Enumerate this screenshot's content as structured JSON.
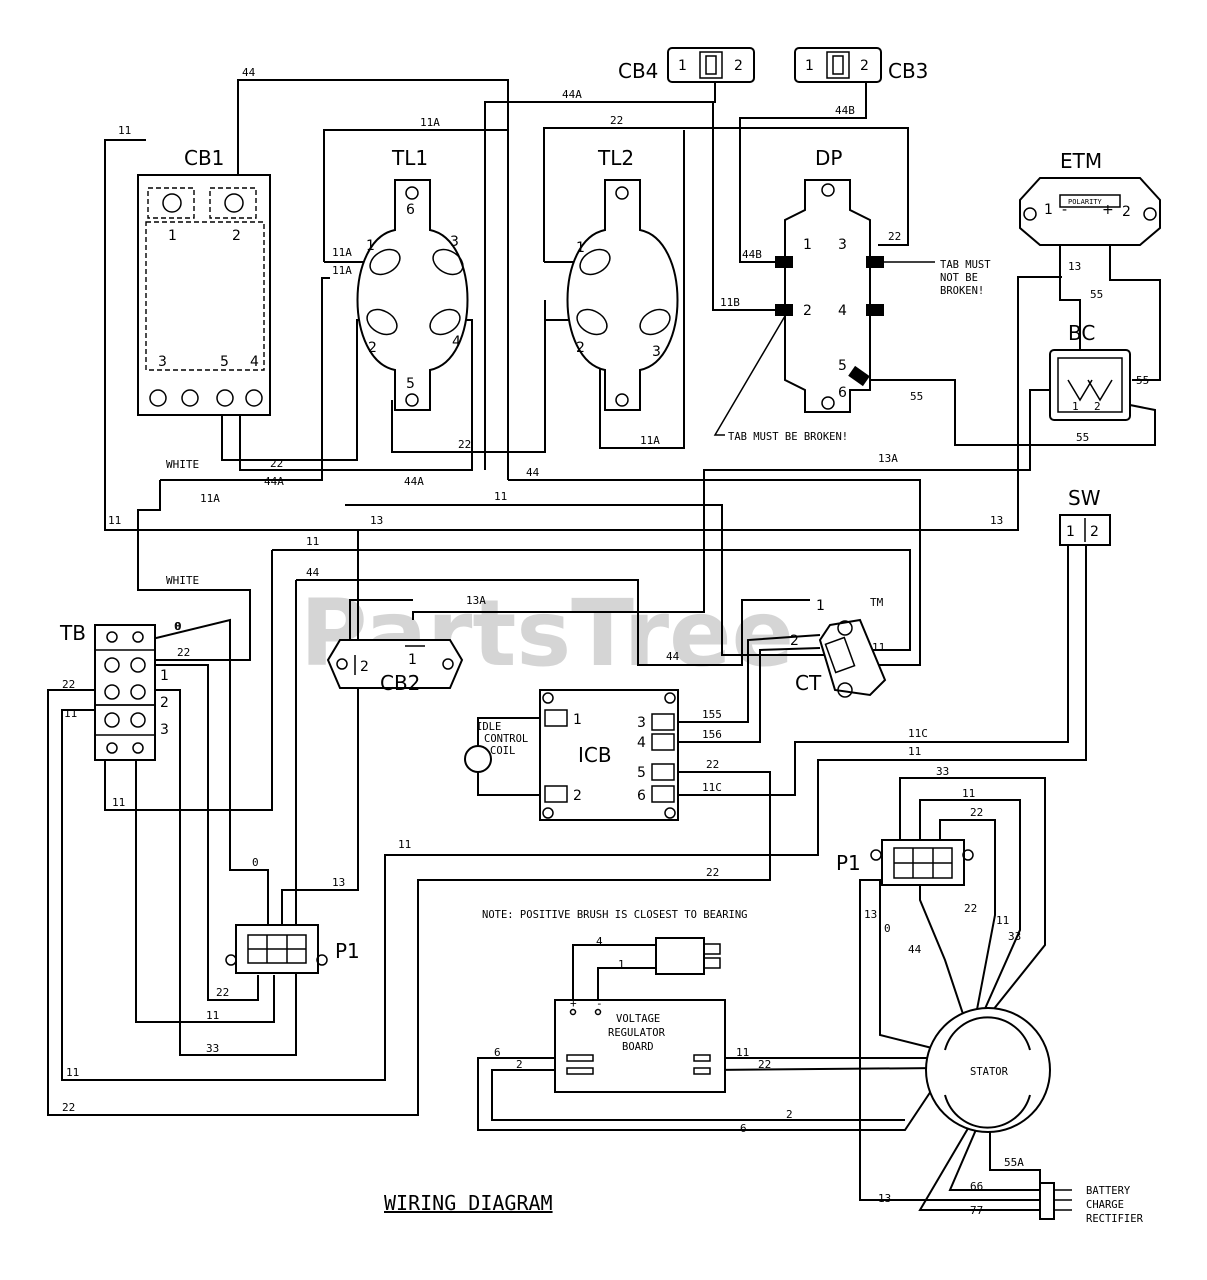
{
  "watermark": "PartsTree",
  "watermark_tm": "TM",
  "title": "WIRING DIAGRAM",
  "note_brush": "NOTE: POSITIVE BRUSH IS CLOSEST TO BEARING",
  "tab_note_1": [
    "TAB MUST",
    "NOT BE",
    "BROKEN!"
  ],
  "tab_note_2": "TAB MUST BE BROKEN!",
  "components": {
    "cb1": {
      "label": "CB1",
      "terminals": [
        "1",
        "2",
        "3",
        "5",
        "4"
      ]
    },
    "cb2": {
      "label": "CB2",
      "terminals": [
        "2",
        "1"
      ]
    },
    "cb3": {
      "label": "CB3",
      "terminals": [
        "1",
        "2"
      ]
    },
    "cb4": {
      "label": "CB4",
      "terminals": [
        "1",
        "2"
      ]
    },
    "tl1": {
      "label": "TL1",
      "terminals": [
        "6",
        "1",
        "3",
        "2",
        "4",
        "5"
      ]
    },
    "tl2": {
      "label": "TL2",
      "terminals": [
        "1",
        "2",
        "3"
      ]
    },
    "dp": {
      "label": "DP",
      "terminals": [
        "1",
        "3",
        "2",
        "4",
        "5",
        "6"
      ]
    },
    "etm": {
      "label": "ETM",
      "polarity": "POLARITY",
      "terminals": [
        "1",
        "2"
      ],
      "signs": [
        "-",
        "+"
      ]
    },
    "bc": {
      "label": "BC",
      "terminals": [
        "1",
        "2"
      ]
    },
    "sw": {
      "label": "SW",
      "terminals": [
        "1",
        "2"
      ]
    },
    "tb": {
      "label": "TB",
      "terminals": [
        "0",
        "1",
        "2",
        "3"
      ]
    },
    "ct": {
      "label": "CT",
      "terminals": [
        "1",
        "2"
      ]
    },
    "icb": {
      "label": "ICB",
      "terminals": [
        "1",
        "2",
        "3",
        "4",
        "5",
        "6"
      ]
    },
    "idle_coil": {
      "lines": [
        "IDLE",
        "CONTROL",
        "COIL"
      ]
    },
    "p1_left": {
      "label": "P1"
    },
    "p1_right": {
      "label": "P1"
    },
    "vrb": {
      "lines": [
        "VOLTAGE",
        "REGULATOR",
        "BOARD"
      ],
      "signs": [
        "+",
        "-"
      ]
    },
    "stator": {
      "label": "STATOR"
    },
    "rectifier": {
      "lines": [
        "BATTERY",
        "CHARGE",
        "RECTIFIER"
      ]
    }
  },
  "wire_labels": {
    "top": [
      "44",
      "44A",
      "11",
      "11A",
      "22",
      "44B"
    ],
    "tl_area": [
      "11A",
      "11A",
      "11B",
      "44B",
      "22",
      "55",
      "13",
      "55",
      "55",
      "55",
      "11A"
    ],
    "cb1_bottom": [
      "WHITE",
      "22",
      "44A",
      "44A",
      "22",
      "11A",
      "44",
      "13A",
      "11",
      "11"
    ],
    "mid": [
      "13",
      "13",
      "11",
      "44",
      "WHITE",
      "13A",
      "44",
      "11",
      "0",
      "22",
      "22",
      "11"
    ],
    "icb": [
      "155",
      "156",
      "22",
      "11C",
      "11C",
      "11"
    ],
    "lower_left": [
      "11",
      "0",
      "13",
      "11",
      "22",
      "22",
      "11",
      "33",
      "11",
      "22"
    ],
    "lower_right": [
      "33",
      "11",
      "22",
      "13",
      "0",
      "44",
      "22",
      "11",
      "33",
      "4",
      "1",
      "6",
      "2",
      "11",
      "22",
      "2",
      "6",
      "55A",
      "66",
      "13",
      "77"
    ]
  }
}
